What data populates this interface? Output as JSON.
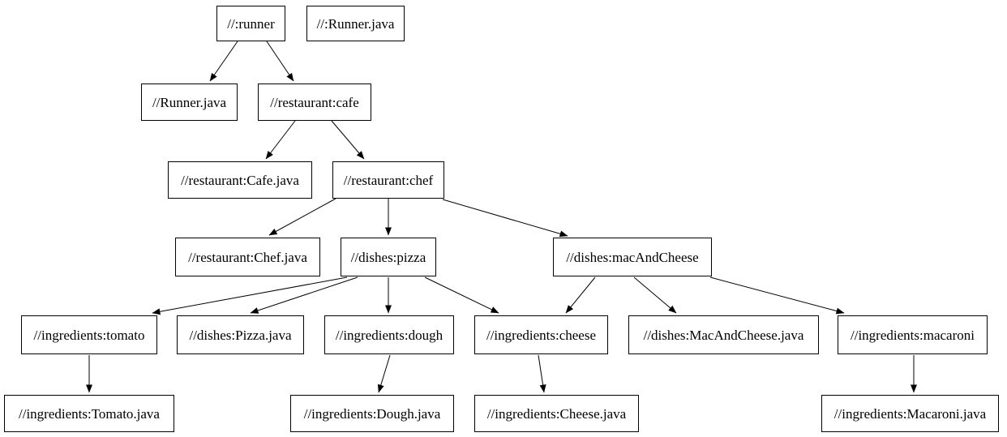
{
  "diagram": {
    "type": "dependency-graph",
    "background_color": "#ffffff",
    "node_fill_color": "#ffffff",
    "node_border_color": "#000000",
    "text_color": "#000000",
    "edge_color": "#000000",
    "nodes": [
      {
        "id": "runner",
        "label": "//:runner"
      },
      {
        "id": "runner-java-top",
        "label": "//:Runner.java"
      },
      {
        "id": "runner-java",
        "label": "//Runner.java"
      },
      {
        "id": "cafe",
        "label": "//restaurant:cafe"
      },
      {
        "id": "cafe-java",
        "label": "//restaurant:Cafe.java"
      },
      {
        "id": "chef",
        "label": "//restaurant:chef"
      },
      {
        "id": "chef-java",
        "label": "//restaurant:Chef.java"
      },
      {
        "id": "pizza",
        "label": "//dishes:pizza"
      },
      {
        "id": "macandcheese",
        "label": "//dishes:macAndCheese"
      },
      {
        "id": "tomato",
        "label": "//ingredients:tomato"
      },
      {
        "id": "pizza-java",
        "label": "//dishes:Pizza.java"
      },
      {
        "id": "dough",
        "label": "//ingredients:dough"
      },
      {
        "id": "cheese",
        "label": "//ingredients:cheese"
      },
      {
        "id": "macandcheese-java",
        "label": "//dishes:MacAndCheese.java"
      },
      {
        "id": "macaroni",
        "label": "//ingredients:macaroni"
      },
      {
        "id": "tomato-java",
        "label": "//ingredients:Tomato.java"
      },
      {
        "id": "dough-java",
        "label": "//ingredients:Dough.java"
      },
      {
        "id": "cheese-java",
        "label": "//ingredients:Cheese.java"
      },
      {
        "id": "macaroni-java",
        "label": "//ingredients:Macaroni.java"
      }
    ],
    "edges": [
      {
        "from": "runner",
        "to": "runner-java"
      },
      {
        "from": "runner",
        "to": "cafe"
      },
      {
        "from": "cafe",
        "to": "cafe-java"
      },
      {
        "from": "cafe",
        "to": "chef"
      },
      {
        "from": "chef",
        "to": "chef-java"
      },
      {
        "from": "chef",
        "to": "pizza"
      },
      {
        "from": "chef",
        "to": "macandcheese"
      },
      {
        "from": "pizza",
        "to": "tomato"
      },
      {
        "from": "pizza",
        "to": "pizza-java"
      },
      {
        "from": "pizza",
        "to": "dough"
      },
      {
        "from": "pizza",
        "to": "cheese"
      },
      {
        "from": "macandcheese",
        "to": "cheese"
      },
      {
        "from": "macandcheese",
        "to": "macandcheese-java"
      },
      {
        "from": "macandcheese",
        "to": "macaroni"
      },
      {
        "from": "tomato",
        "to": "tomato-java"
      },
      {
        "from": "dough",
        "to": "dough-java"
      },
      {
        "from": "cheese",
        "to": "cheese-java"
      },
      {
        "from": "macaroni",
        "to": "macaroni-java"
      }
    ]
  }
}
